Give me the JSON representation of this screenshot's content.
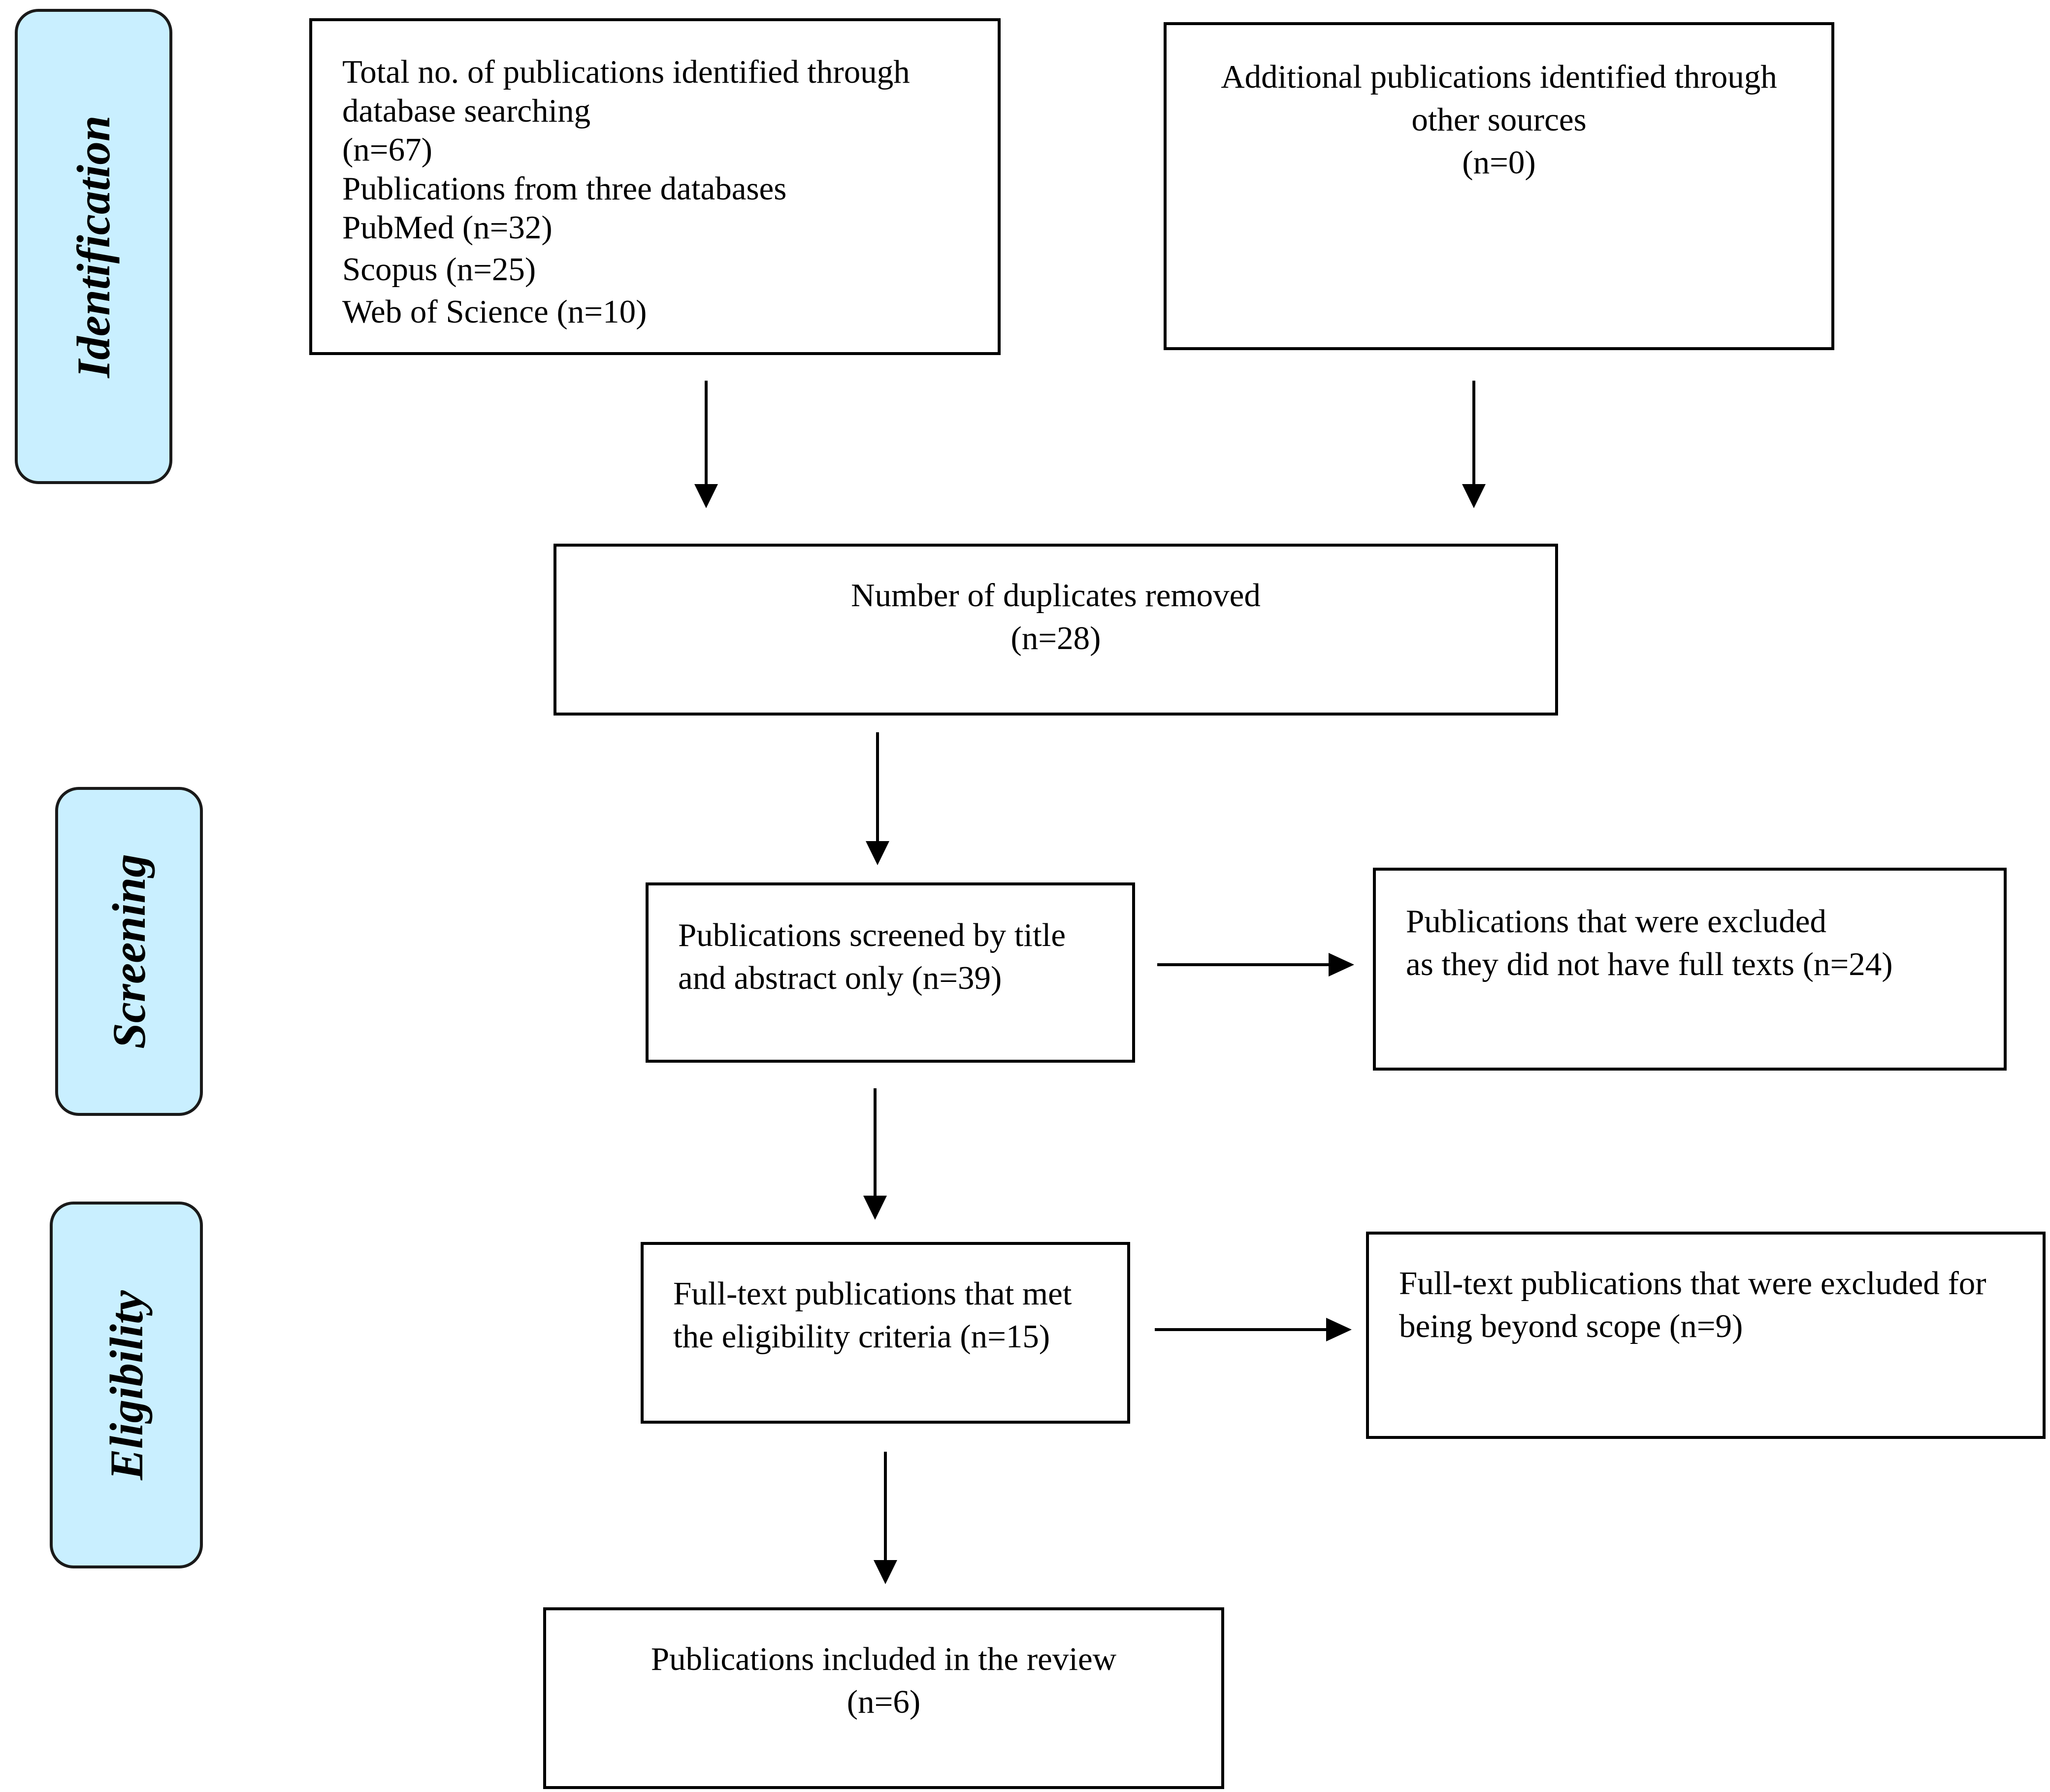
{
  "stages": {
    "identification": "Identification",
    "screening": "Screening",
    "eligibility": "Eligibility"
  },
  "boxes": {
    "database_search": {
      "lines": [
        "Total  no. of publications identified through",
        "database searching",
        "(n=67)",
        "Publications from three databases",
        "PubMed (n=32)",
        "Scopus (n=25)",
        "Web of Science (n=10)"
      ]
    },
    "other_sources": {
      "lines": [
        "Additional publications identified through",
        "other sources",
        "(n=0)"
      ]
    },
    "duplicates": {
      "lines": [
        "Number of duplicates removed",
        "(n=28)"
      ]
    },
    "screened": {
      "lines": [
        "Publications screened by title",
        "and abstract only (n=39)"
      ]
    },
    "excluded_no_fulltext": {
      "lines": [
        "Publications that were excluded",
        "as they did not have full texts (n=24)"
      ]
    },
    "eligible": {
      "lines": [
        "Full-text publications that met",
        "the eligibility criteria (n=15)"
      ]
    },
    "excluded_scope": {
      "lines": [
        "Full-text publications that were excluded for",
        "being beyond scope (n=9)"
      ]
    },
    "included": {
      "lines": [
        "Publications included in the review",
        "(n=6)"
      ]
    }
  },
  "colors": {
    "stage_fill": "#c9efff",
    "stroke": "#000000"
  }
}
